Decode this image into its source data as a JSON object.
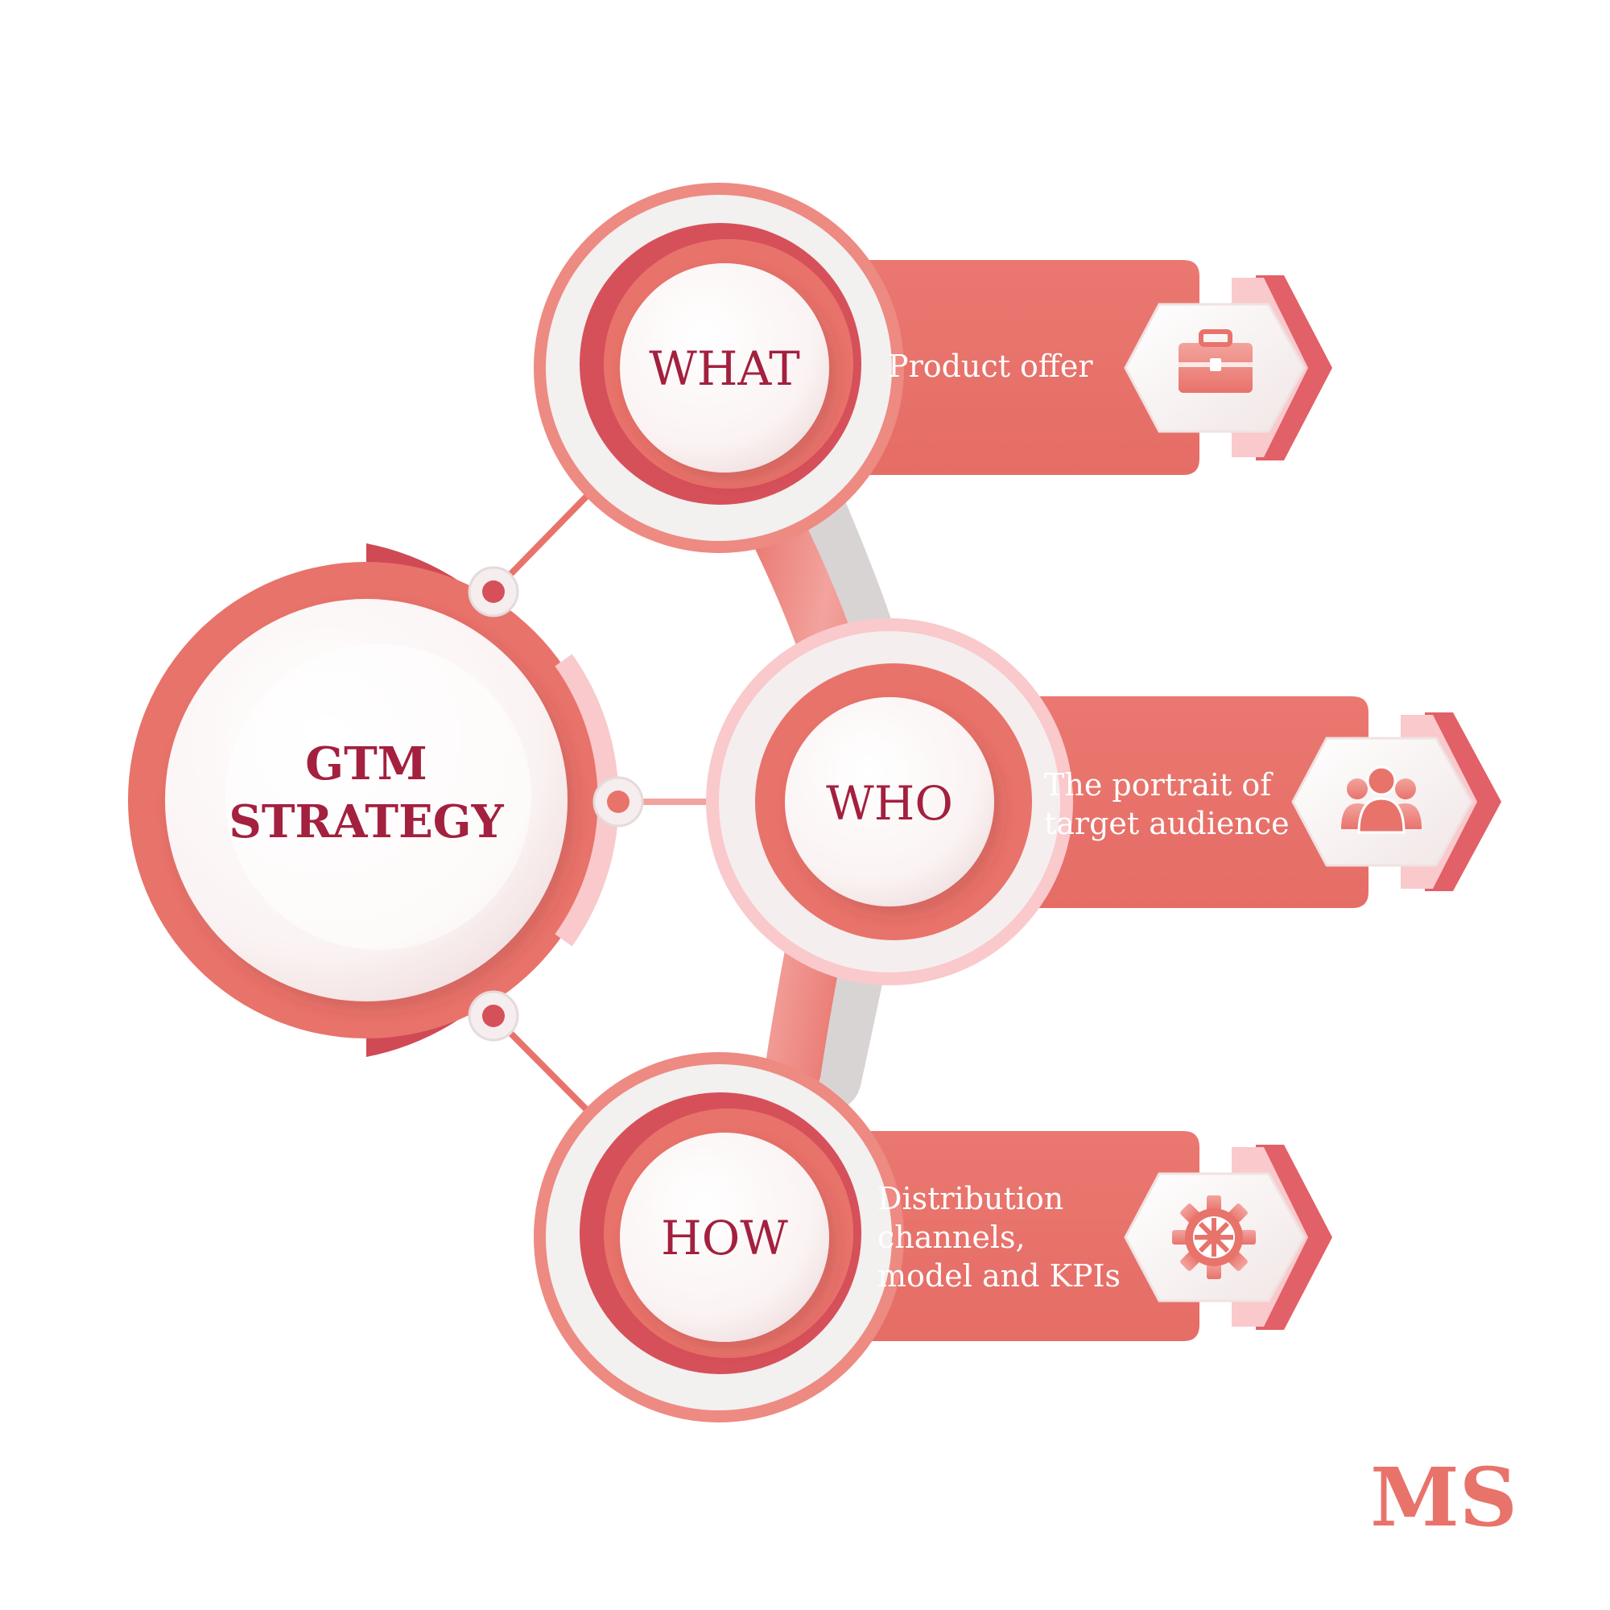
{
  "center": {
    "line1": "GTM",
    "line2": "STRATEGY"
  },
  "nodes": [
    {
      "id": "what",
      "label": "WHAT",
      "description_lines": [
        "Product offer"
      ],
      "icon": "briefcase-icon"
    },
    {
      "id": "who",
      "label": "WHO",
      "description_lines": [
        "The portrait of",
        "target audience"
      ],
      "icon": "people-group-icon"
    },
    {
      "id": "how",
      "label": "HOW",
      "description_lines": [
        "Distribution",
        "channels,",
        "model and KPIs"
      ],
      "icon": "gear-icon"
    }
  ],
  "logo": "MS",
  "colors": {
    "coral": "#e8736b",
    "coral_dark": "#cf4a55",
    "coral_light": "#f3a39e",
    "pink_pale": "#f9c9cc",
    "crimson_text": "#a3203f",
    "white": "#ffffff"
  }
}
